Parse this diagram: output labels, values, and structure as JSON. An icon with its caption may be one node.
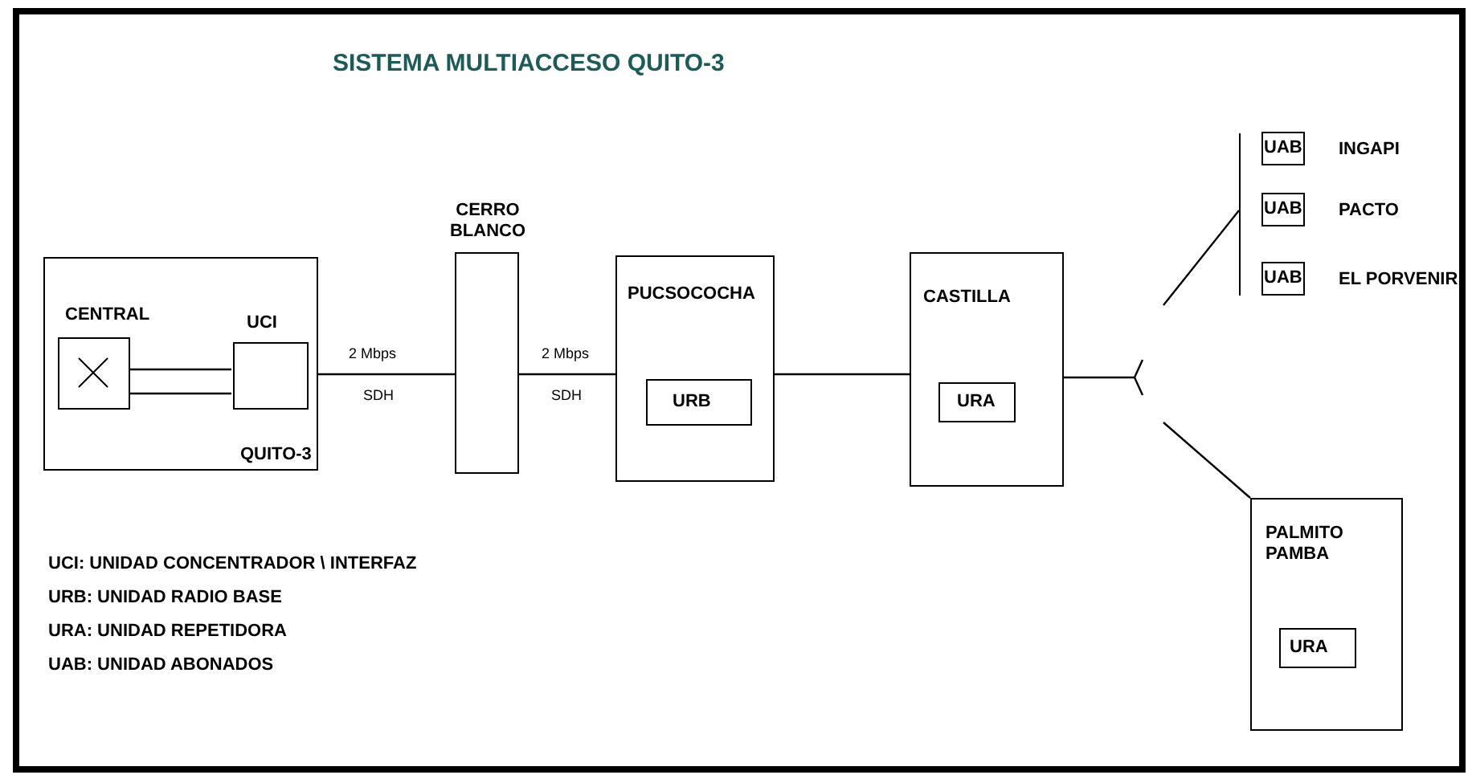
{
  "diagram": {
    "title": "SISTEMA MULTIACCESO QUITO-3",
    "nodes": [
      {
        "text": [
          "QUITO-3"
        ]
      },
      {
        "text": [
          "CENTRAL"
        ],
        "in": 0
      },
      {
        "text": [
          "UCI"
        ],
        "in": 0
      },
      {
        "text": [
          "CERRO BLANCO"
        ]
      },
      {
        "text": [
          "PUCSOCOCHA"
        ]
      },
      {
        "text": [
          "URB"
        ],
        "in": 4
      },
      {
        "text": [
          "CASTILLA"
        ]
      },
      {
        "text": [
          "URA"
        ],
        "in": 6
      },
      {
        "text": [],
        "shape": "bar"
      },
      {
        "text": [
          "UAB"
        ],
        "beside": [
          "INGAPI"
        ]
      },
      {
        "text": [
          "UAB"
        ],
        "beside": [
          "PACTO"
        ]
      },
      {
        "text": [
          "UAB"
        ],
        "beside": [
          "EL PORVENIR"
        ]
      },
      {
        "text": [
          "PALMITO PAMBA"
        ]
      },
      {
        "text": [
          "URA"
        ],
        "in": 12
      }
    ],
    "edges": [
      {
        "from": 1,
        "to": 2,
        "arrow": "none"
      },
      {
        "from": 0,
        "to": 3,
        "arrow": "none"
      },
      {
        "from": 3,
        "to": 4,
        "arrow": "none"
      },
      {
        "from": 4,
        "to": 6,
        "arrow": "none"
      },
      {
        "from": 6,
        "to": null,
        "arrow": "other"
      },
      {
        "from": null,
        "to": 8,
        "arrow": "none"
      },
      {
        "from": null,
        "to": 12,
        "arrow": "none"
      }
    ],
    "labels": [
      "2 Mbps",
      "SDH",
      "2 Mbps",
      "SDH",
      "UCI: UNIDAD CONCENTRADOR \\ INTERFAZ",
      "URB: UNIDAD RADIO BASE",
      "URA: UNIDAD REPETIDORA",
      "UAB: UNIDAD ABONADOS"
    ]
  }
}
